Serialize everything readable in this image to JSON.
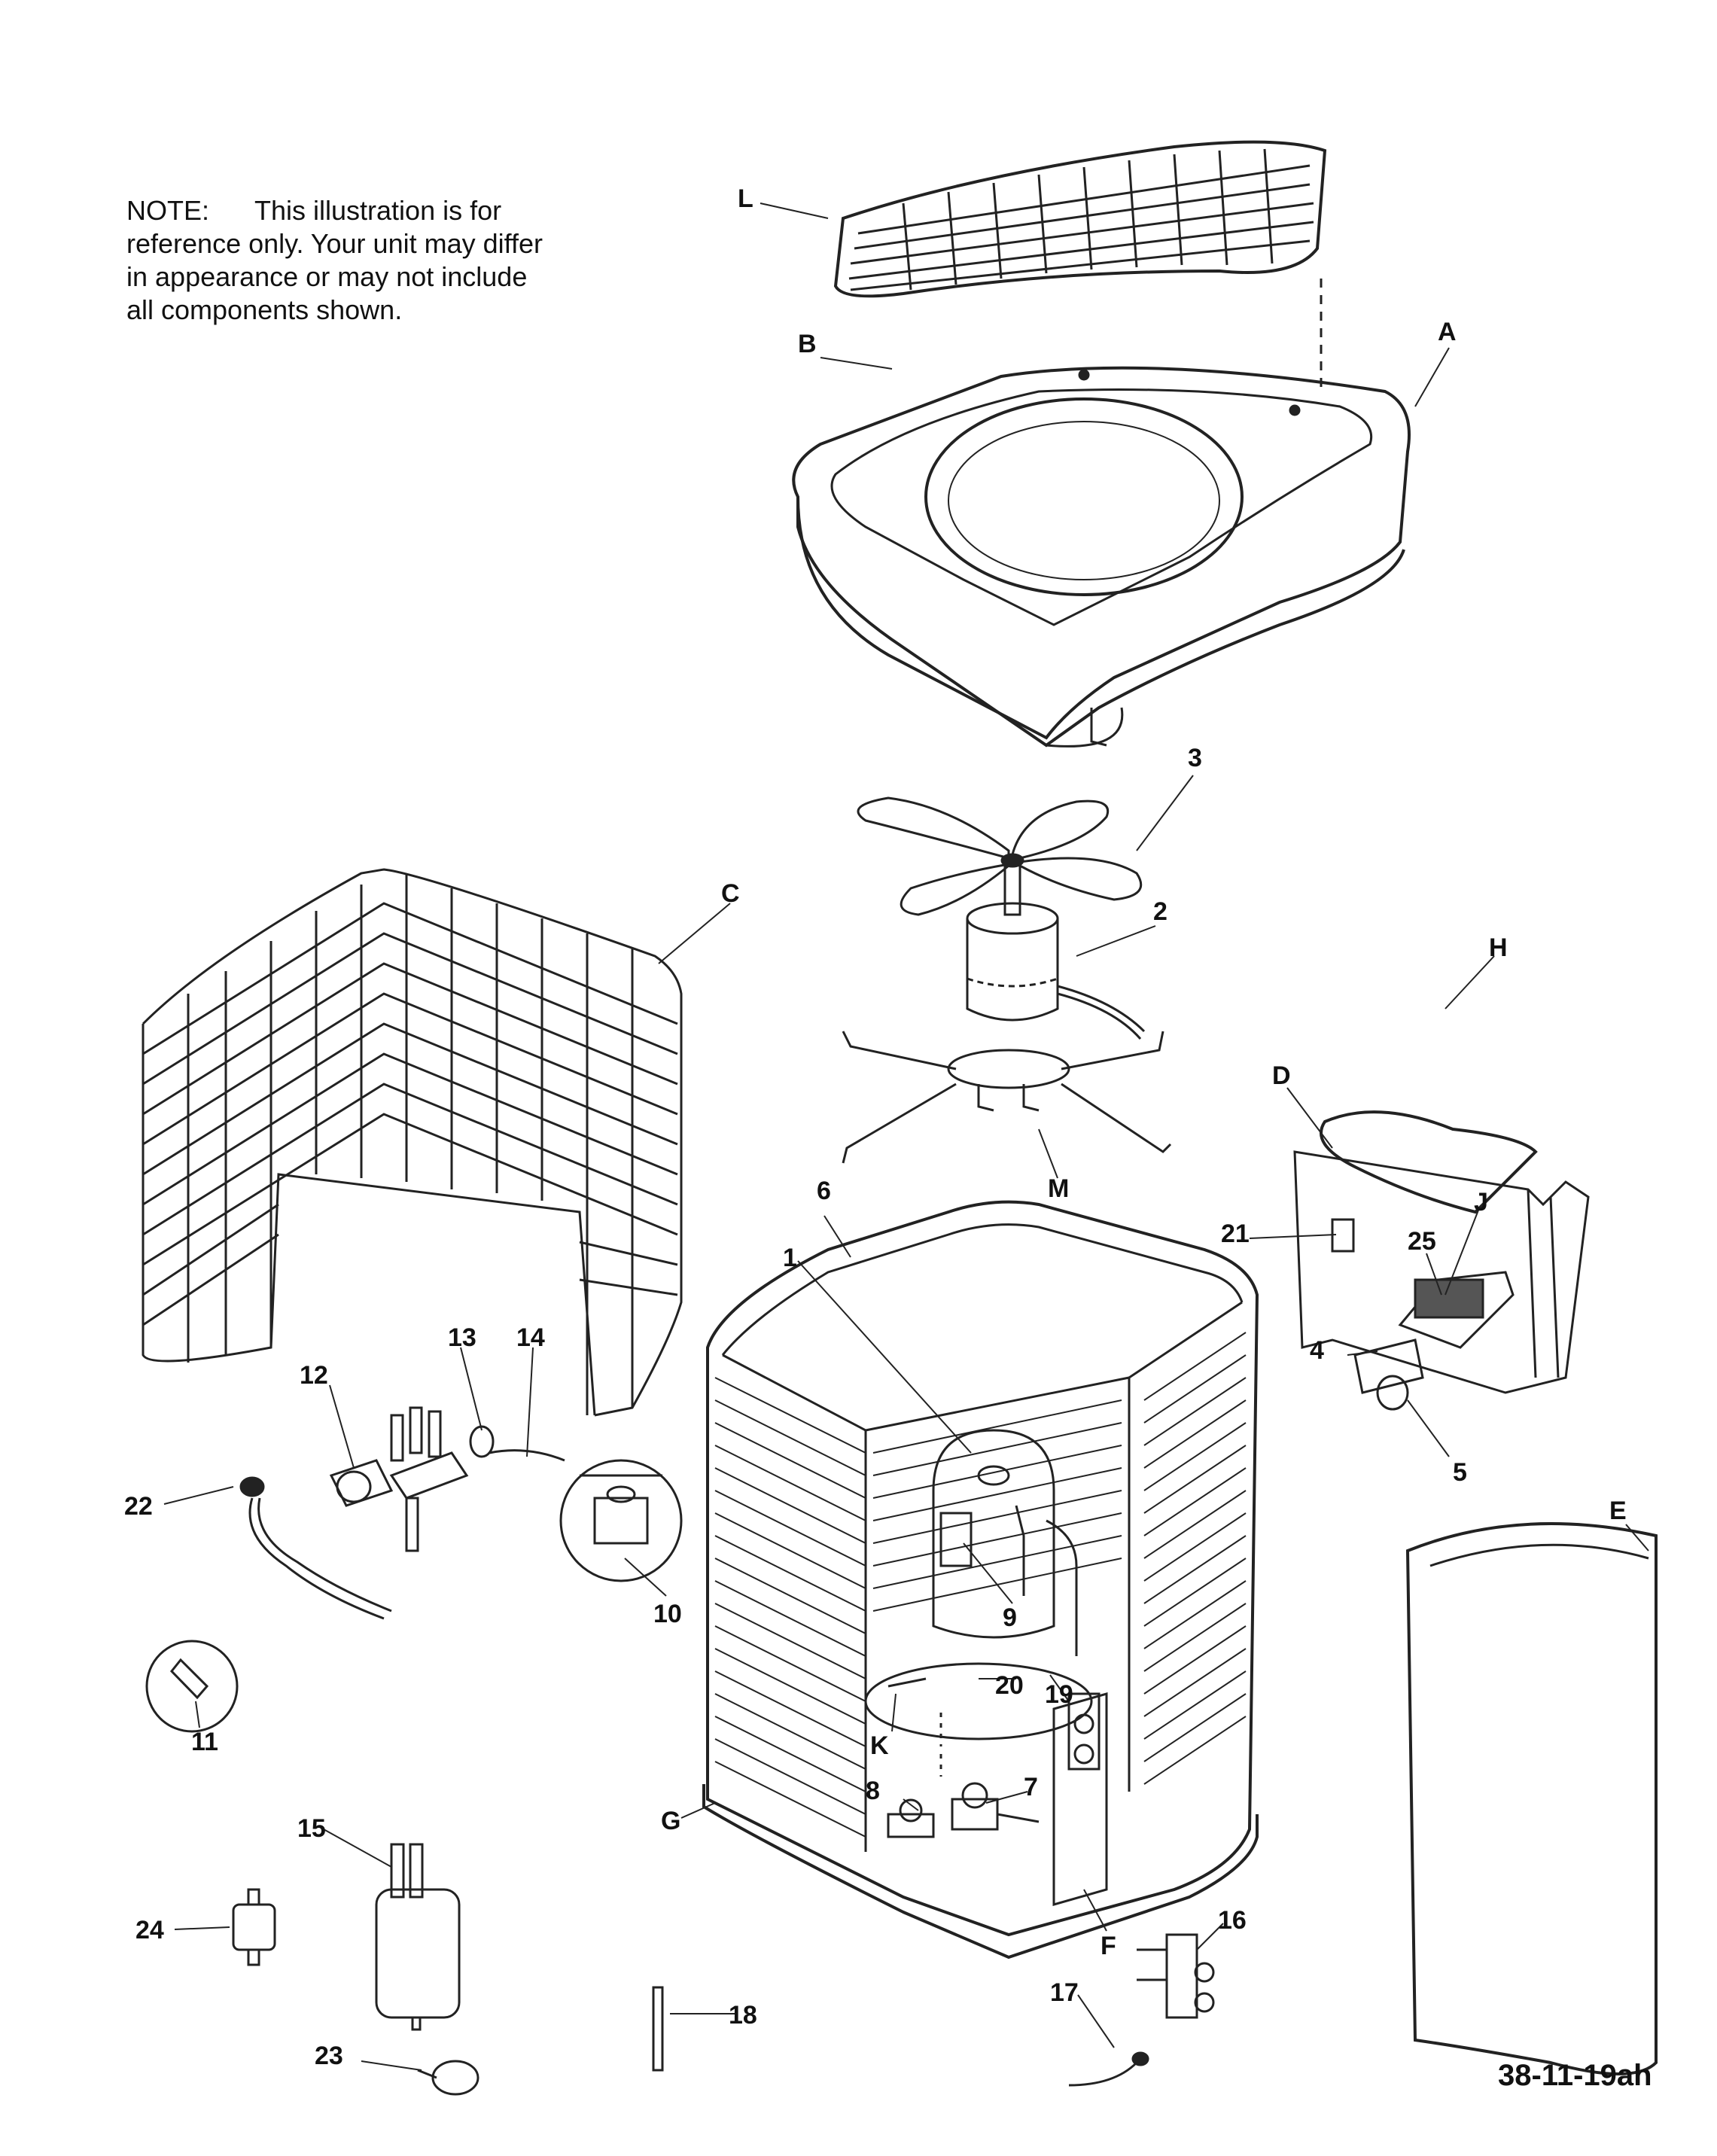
{
  "note": {
    "label": "NOTE:",
    "text": "This illustration is for reference only. Your unit may differ in appearance or may not include all components shown."
  },
  "figure_id": "38-11-19ah",
  "callouts": [
    "L",
    "B",
    "A",
    "3",
    "2",
    "C",
    "H",
    "D",
    "M",
    "6",
    "1",
    "21",
    "25",
    "J",
    "13",
    "14",
    "12",
    "4",
    "5",
    "22",
    "E",
    "10",
    "9",
    "20",
    "19",
    "11",
    "K",
    "7",
    "G",
    "8",
    "15",
    "F",
    "16",
    "24",
    "18",
    "17",
    "23"
  ]
}
